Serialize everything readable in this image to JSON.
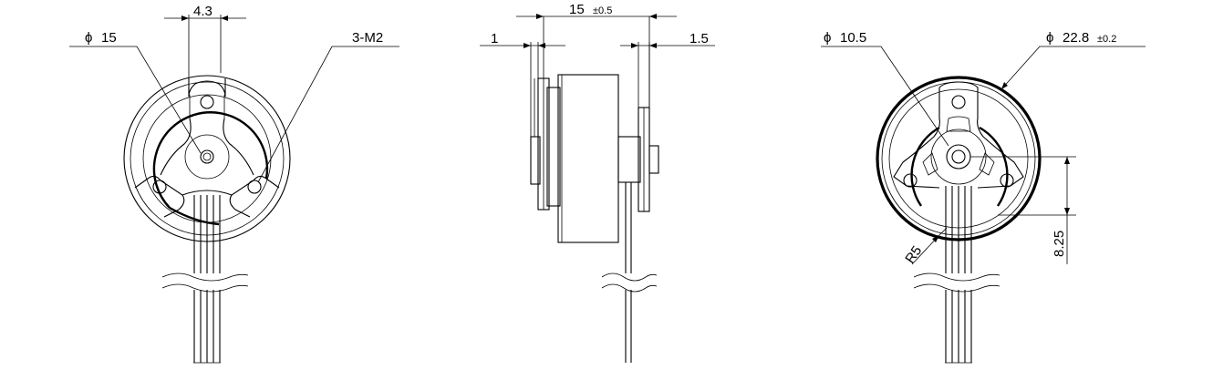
{
  "views": {
    "front": {
      "dim_width": "4.3",
      "dim_diameter": {
        "symbol": "ϕ",
        "value": "15"
      },
      "dim_holes": "3-M2"
    },
    "side": {
      "dim_length": {
        "value": "15",
        "tolerance": "±0.5"
      },
      "dim_left": "1",
      "dim_right": "1.5"
    },
    "rear": {
      "dim_small_diameter": {
        "symbol": "ϕ",
        "value": "10.5"
      },
      "dim_outer_diameter": {
        "symbol": "ϕ",
        "value": "22.8",
        "tolerance": "±0.2"
      },
      "dim_radius": "R5",
      "dim_offset": "8.25"
    }
  }
}
